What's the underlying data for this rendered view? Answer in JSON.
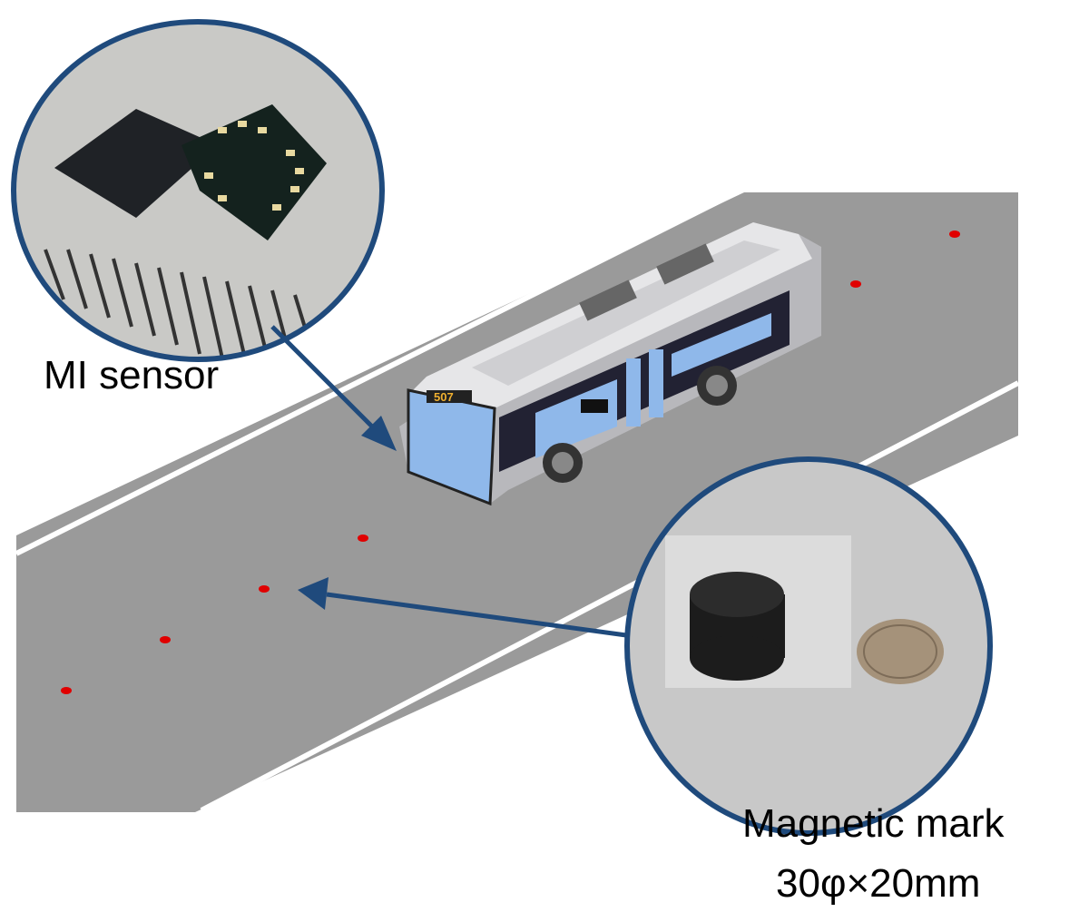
{
  "labels": {
    "sensor": "MI sensor",
    "mark_line1": "Magnetic mark",
    "mark_line2": "30φ×20mm"
  },
  "bus": {
    "route_number": "507"
  },
  "colors": {
    "road": "#9a9a9a",
    "lane_line": "#ffffff",
    "mark_dot": "#e00000",
    "callout_ring": "#1f4a7c",
    "bus_window": "#8fb8ea"
  }
}
